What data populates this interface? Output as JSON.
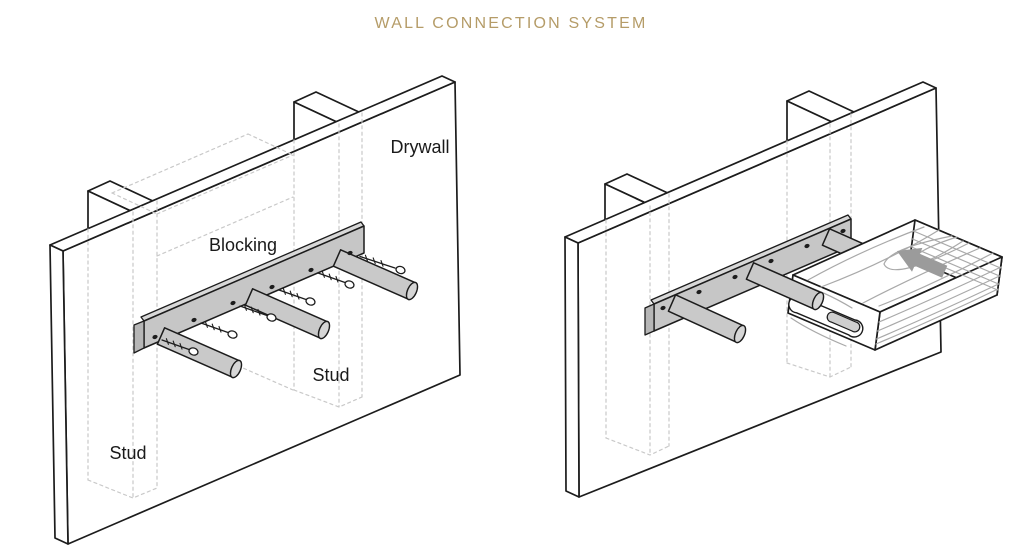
{
  "title": "WALL CONNECTION SYSTEM",
  "left_panel": {
    "drywall_label": "Drywall",
    "blocking_label": "Blocking",
    "stud_label_upper": "Stud",
    "stud_label_lower": "Stud"
  },
  "right_panel": {
    "icons": {
      "direction_arrow": "arrow pointing toward wall (slide shelf onto pins)"
    }
  },
  "colors": {
    "accent_title": "#b59c68",
    "outline": "#1c1c1c",
    "bracket_metal": "#c6c6c6",
    "pin_metal": "#c9c9c9",
    "hidden_line_dash": "#c9c9c9",
    "arrow": "#9b9b9b",
    "wood_grain": "#a9a9a9",
    "background": "#ffffff"
  }
}
